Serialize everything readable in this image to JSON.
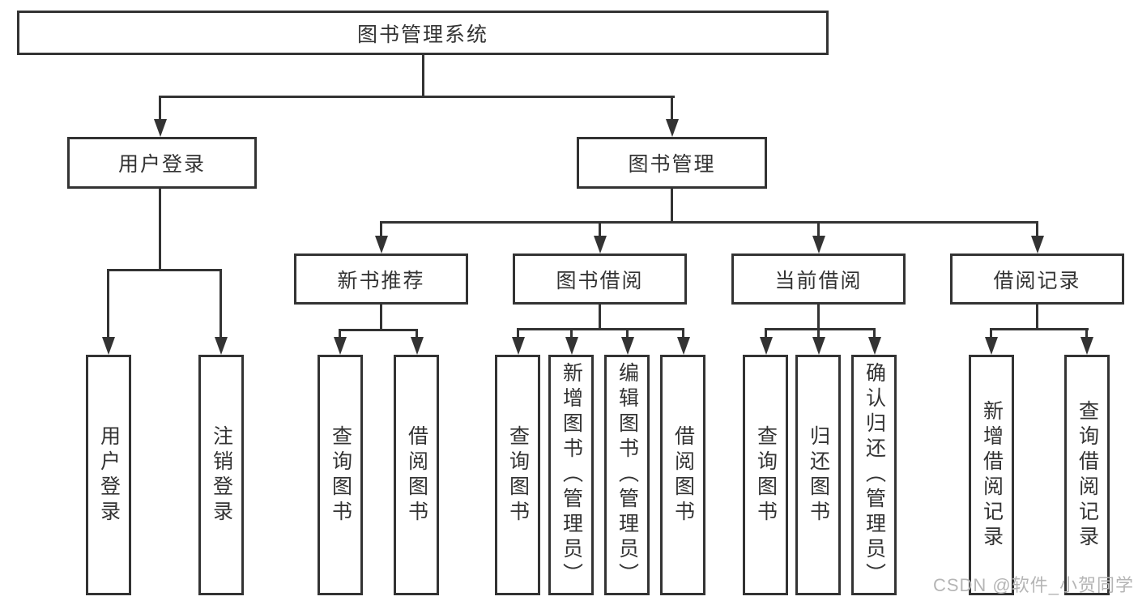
{
  "diagram": {
    "root": {
      "label": "图书管理系统"
    },
    "level2": [
      {
        "label": "用户登录"
      },
      {
        "label": "图书管理"
      }
    ],
    "level3": [
      {
        "label": "新书推荐"
      },
      {
        "label": "图书借阅"
      },
      {
        "label": "当前借阅"
      },
      {
        "label": "借阅记录"
      }
    ],
    "leaves": {
      "user_login": [
        {
          "label": "用户登录"
        },
        {
          "label": "注销登录"
        }
      ],
      "new_book_recommend": [
        {
          "label": "查询图书"
        },
        {
          "label": "借阅图书"
        }
      ],
      "book_borrow": [
        {
          "label": "查询图书"
        },
        {
          "label": "新增图书（管理员）"
        },
        {
          "label": "编辑图书（管理员）"
        },
        {
          "label": "借阅图书"
        }
      ],
      "current_borrow": [
        {
          "label": "查询图书"
        },
        {
          "label": "归还图书"
        },
        {
          "label": "确认归还（管理员）"
        }
      ],
      "borrow_records": [
        {
          "label": "新增借阅记录"
        },
        {
          "label": "查询借阅记录"
        }
      ]
    },
    "watermark": "CSDN @软件_小贺同学",
    "colors": {
      "line": "#333333",
      "box_background": "#ffffff",
      "text": "#333333",
      "watermark": "#b5b5b5"
    }
  }
}
